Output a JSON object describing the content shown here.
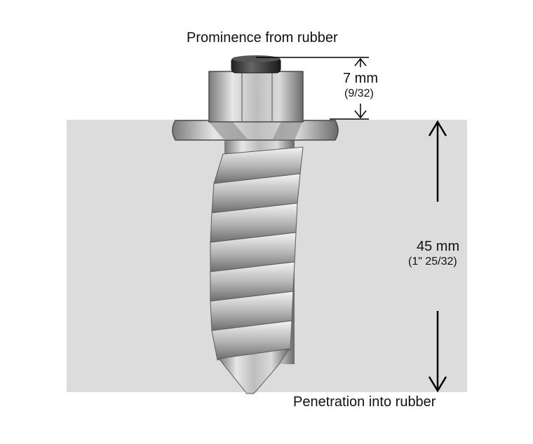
{
  "labels": {
    "prominence_title": "Prominence from rubber",
    "prominence_mm": "7 mm",
    "prominence_fraction": "(9/32)",
    "penetration_mm": "45 mm",
    "penetration_fraction": "(1\" 25/32)",
    "penetration_title": "Penetration into rubber"
  },
  "colors": {
    "rubber": "#dcdcdc",
    "metal_light": "#e9e9e9",
    "metal_mid": "#b9b9b9",
    "metal_dark": "#6f6f6f",
    "line": "#000000"
  }
}
